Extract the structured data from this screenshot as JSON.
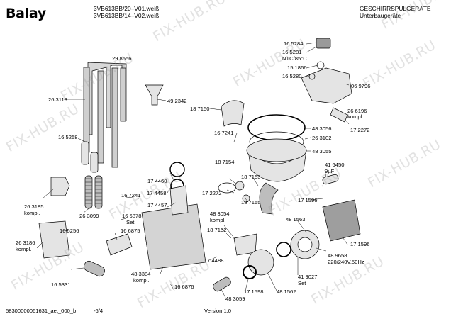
{
  "header": {
    "brand": "Balay",
    "model_line1": "3VB613BB/20–V01,weiß",
    "model_line2": "3VB613BB/14–V02,weiß",
    "category_line1": "GESCHIRRSPÜLGERÄTE",
    "category_line2": "Unterbaugeräte"
  },
  "footer": {
    "doc_id": "58300000061631_aet_000_b",
    "page": "-6/4",
    "version": "Version 1.0"
  },
  "watermark": "FIX-HUB.RU",
  "labels": {
    "p165284": "16 5284",
    "p165281": "16 5281",
    "ntc": "NTC/85°C",
    "p151866": "15 1866",
    "p165280": "16 5280",
    "p069796": "06 9796",
    "p298656": "29 8656",
    "p263113": "26 3113",
    "p492342": "49 2342",
    "p187150": "18 7150",
    "p263102": "26 3102",
    "p261961": "26 6196",
    "kompl1": "kompl.",
    "p483056": "48 3056",
    "p172272a": "17 2272",
    "p165258": "16 5258",
    "p167241a": "16 7241",
    "p483055": "48 3055",
    "p174460": "17 4460",
    "p187154": "18 7154",
    "p187153": "18 7153",
    "p416450": "41 6450",
    "cap": "9µF",
    "p263185": "26 3185",
    "kompl2": "kompl.",
    "p167241b": "16 7241",
    "p174458": "17 4458",
    "p172272b": "17 2272",
    "p187155": "18 7155",
    "p171596a": "17 1596",
    "p263099": "26 3099",
    "p166878": "16 6878",
    "set1": "Set",
    "p174457": "17 4457",
    "p483054": "48 3054",
    "kompl3": "kompl.",
    "p481563": "48 1563",
    "p165256": "16 5256",
    "p166875": "16 6875",
    "p187152": "18 7152",
    "p171596b": "17 1596",
    "p263186": "26 3186",
    "kompl4": "kompl.",
    "p489658": "48 9658",
    "volt": "220/240V,50Hz",
    "p174488": "17 4488",
    "p483384": "48 3384",
    "kompl5": "kompl.",
    "p419027": "41 9027",
    "set2": "Set",
    "p165331": "16 5331",
    "p166876": "16 6876",
    "p171598": "17 1598",
    "p481562": "48 1562",
    "p483059": "48 3059"
  },
  "colors": {
    "part_fill": "#e4e4e4",
    "part_dark": "#8a8a8a",
    "stroke": "#000000"
  }
}
